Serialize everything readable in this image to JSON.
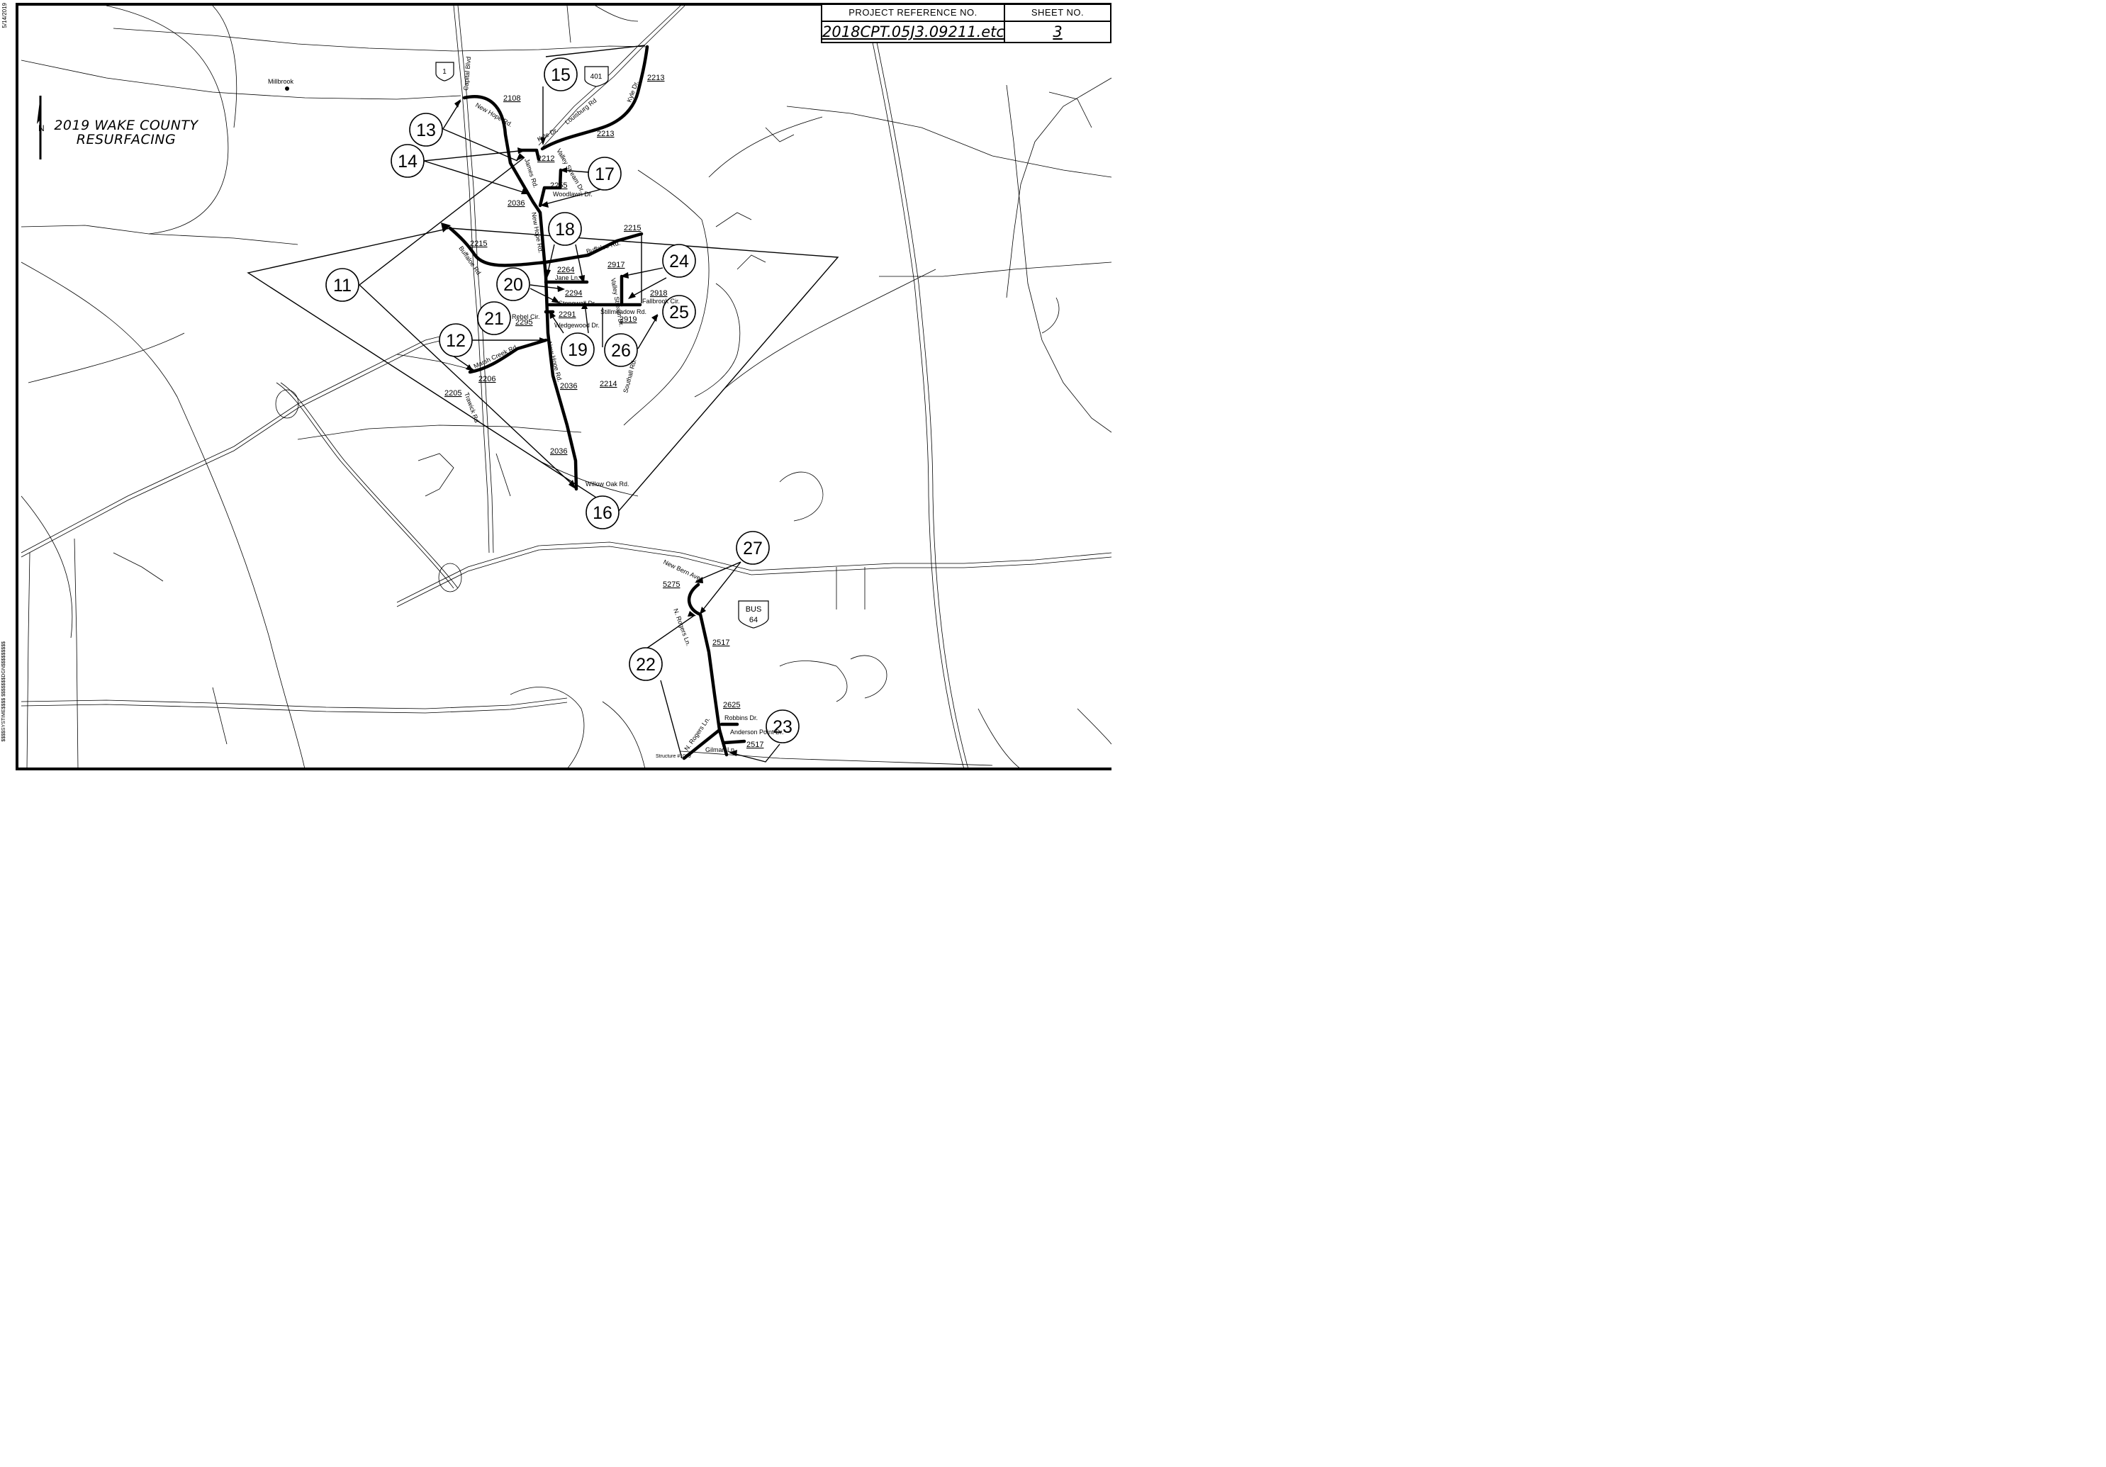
{
  "title_block": {
    "project_header": "PROJECT REFERENCE NO.",
    "project_number": "2018CPT.05J3.09211.etc.",
    "sheet_header": "SHEET NO.",
    "sheet_number": "3"
  },
  "map_title": [
    "2019 WAKE COUNTY",
    "RESURFACING"
  ],
  "north_arrow_label": "N",
  "stamp_top": "5/14/2019",
  "stamp_bottom": "$$$$SYSTIME$$$$ $$$$$$$DGN$$$$$$$$$",
  "town": "Millbrook",
  "shields": [
    {
      "label": "1",
      "type": "us"
    },
    {
      "label": "401",
      "type": "us"
    },
    {
      "label": "BUS 64",
      "type": "us-bus"
    }
  ],
  "callouts": [
    "11",
    "12",
    "13",
    "14",
    "15",
    "16",
    "17",
    "18",
    "19",
    "20",
    "21",
    "22",
    "23",
    "24",
    "25",
    "26",
    "27"
  ],
  "route_numbers": [
    "2108",
    "2212",
    "2213",
    "2036",
    "2255",
    "2215",
    "2264",
    "2294",
    "2917",
    "2918",
    "2291",
    "2295",
    "2919",
    "2206",
    "2205",
    "2214",
    "5275",
    "2517",
    "2625"
  ],
  "road_names": [
    "New Hope Rd.",
    "Capital Blvd",
    "Louisburg Rd",
    "Kyle Dr.",
    "Valley Stream Dr.",
    "Woodlawn Dr.",
    "James Rd.",
    "Buffaloe Rd.",
    "Jane Ln.",
    "Stonewall Dr.",
    "Rebel Cir.",
    "Wedgewood Dr.",
    "Stillmeadow Rd.",
    "Fallbrook Cir.",
    "Marsh Creek Rd.",
    "Trawick Rd",
    "Southall Rd.",
    "Willow Oak Rd.",
    "New Bern Ave",
    "N. Rogers Ln.",
    "Robbins Dr.",
    "Anderson Point Dr.",
    "Gilman Ln.",
    "Structure #1039"
  ]
}
